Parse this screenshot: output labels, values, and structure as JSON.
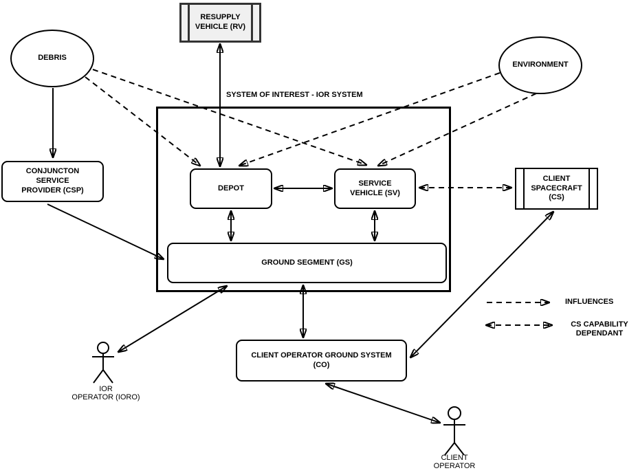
{
  "diagram": {
    "system_title": "SYSTEM OF INTEREST - IOR SYSTEM",
    "nodes": {
      "debris": "DEBRIS",
      "environment": "ENVIRONMENT",
      "resupply_vehicle": "RESUPPLY\nVEHICLE (RV)",
      "client_spacecraft": "CLIENT\nSPACECRAFT\n(CS)",
      "depot": "DEPOT",
      "service_vehicle": "SERVICE\nVEHICLE (SV)",
      "ground_segment": "GROUND SEGMENT (GS)",
      "conjunction_service_provider": "CONJUNCTON\nSERVICE\nPROVIDER (CSP)",
      "client_operator_ground_system": "CLIENT OPERATOR GROUND SYSTEM\n(CO)",
      "ior_operator": "IOR\nOPERATOR (IORO)",
      "client_operator": "CLIENT\nOPERATOR"
    },
    "legend": {
      "influences": "INFLUENCES",
      "cs_capability_dependant": "CS CAPABILITY\nDEPENDANT"
    },
    "colors": {
      "line": "#000000",
      "node_fill": "#ffffff",
      "resupply_fill": "#f0f0f0",
      "resupply_border": "#333333"
    }
  }
}
